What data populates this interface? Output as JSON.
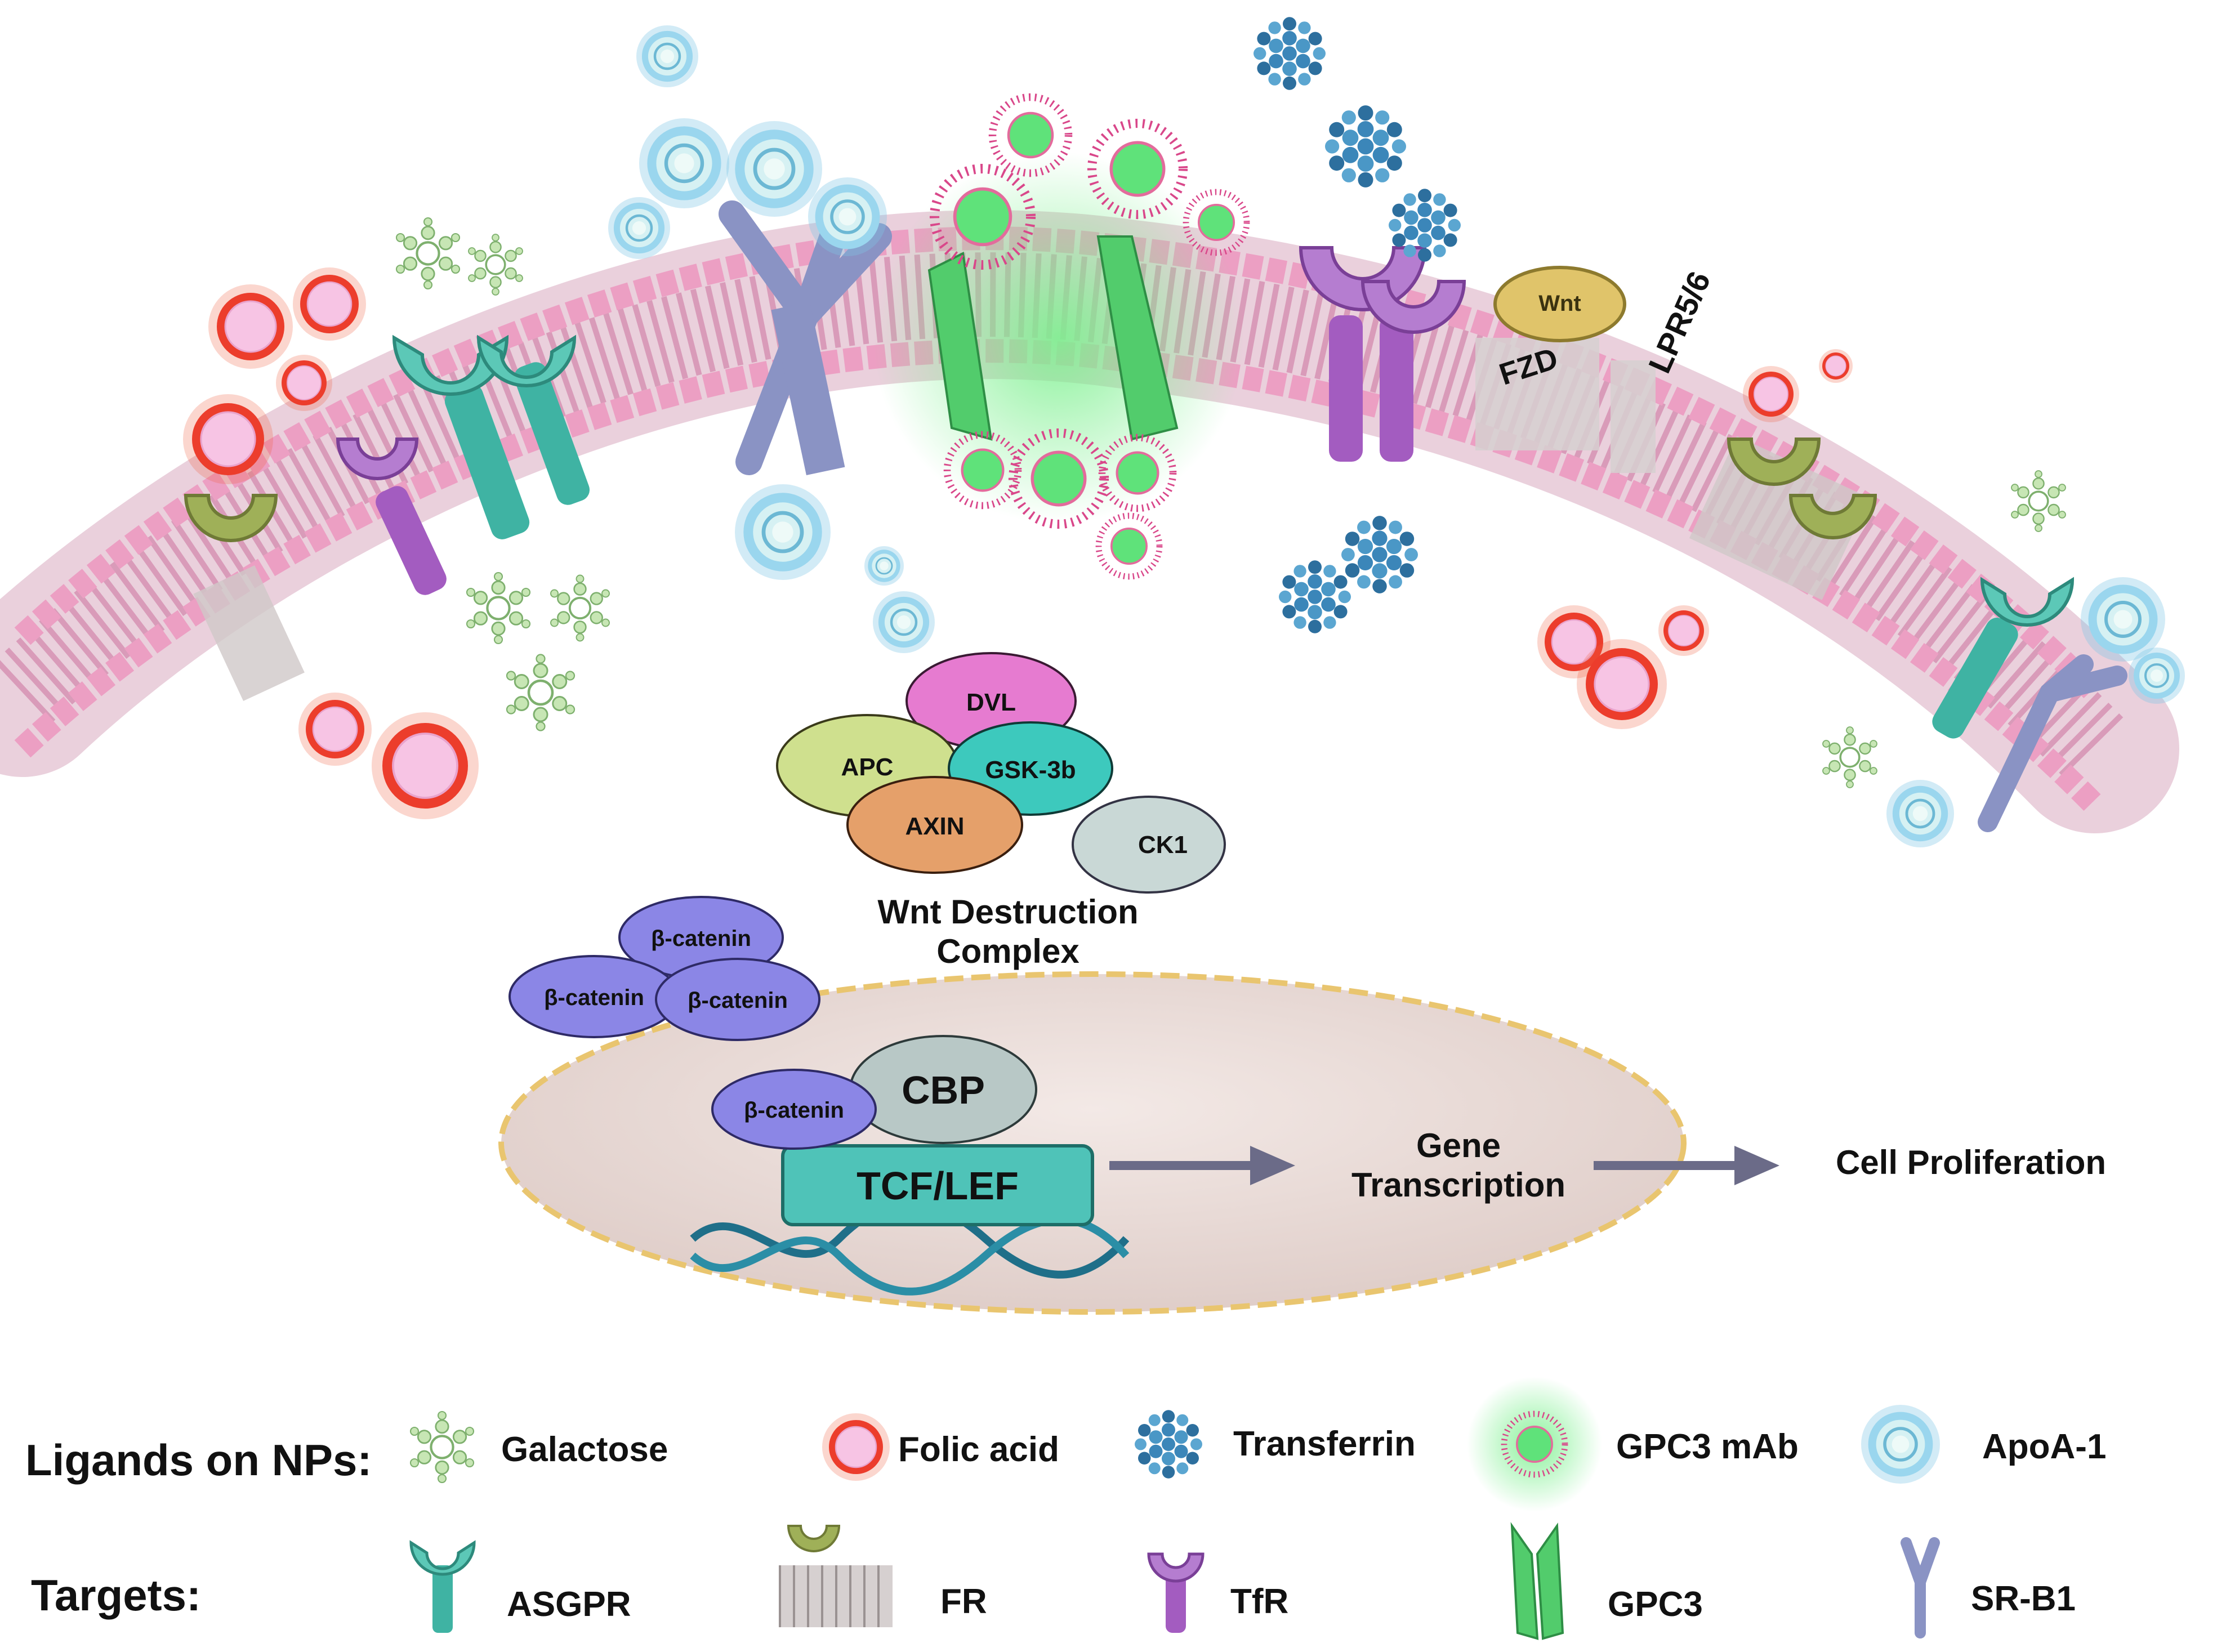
{
  "membrane": {
    "wnt_label": "Wnt",
    "fzd_label": "FZD",
    "lpr_label": "LPR5/6"
  },
  "destruction_complex": {
    "proteins": [
      "DVL",
      "APC",
      "GSK-3b",
      "AXIN",
      "CK1"
    ],
    "title_line1": "Wnt Destruction",
    "title_line2": "Complex"
  },
  "cytoplasm": {
    "beta_catenins": [
      "β-catenin",
      "β-catenin",
      "β-catenin"
    ]
  },
  "nucleus": {
    "beta_catenin": "β-catenin",
    "cbp": "CBP",
    "tcf_lef": "TCF/LEF",
    "gene_line1": "Gene",
    "gene_line2": "Transcription",
    "proliferation": "Cell Proliferation"
  },
  "legend": {
    "ligands_title": "Ligands on NPs:",
    "ligands": [
      {
        "label": "Galactose",
        "icon": "galactose-np-icon",
        "color": "#9ccf8a"
      },
      {
        "label": "Folic acid",
        "icon": "folic-acid-np-icon",
        "color": "#e8402e"
      },
      {
        "label": "Transferrin",
        "icon": "transferrin-np-icon",
        "color": "#2f7fb0"
      },
      {
        "label": "GPC3 mAb",
        "icon": "gpc3-mab-np-icon",
        "color": "#e04c8a"
      },
      {
        "label": "ApoA-1",
        "icon": "apoa1-np-icon",
        "color": "#4fb3d9"
      }
    ],
    "targets_title": "Targets:",
    "targets": [
      {
        "label": "ASGPR",
        "icon": "asgpr-receptor-icon",
        "color": "#3fb3a3"
      },
      {
        "label": "FR",
        "icon": "fr-receptor-icon",
        "color": "#a8b85a"
      },
      {
        "label": "TfR",
        "icon": "tfr-receptor-icon",
        "color": "#a35cc0"
      },
      {
        "label": "GPC3",
        "icon": "gpc3-receptor-icon",
        "color": "#45c46a"
      },
      {
        "label": "SR-B1",
        "icon": "srb1-receptor-icon",
        "color": "#8a93c4"
      }
    ]
  }
}
